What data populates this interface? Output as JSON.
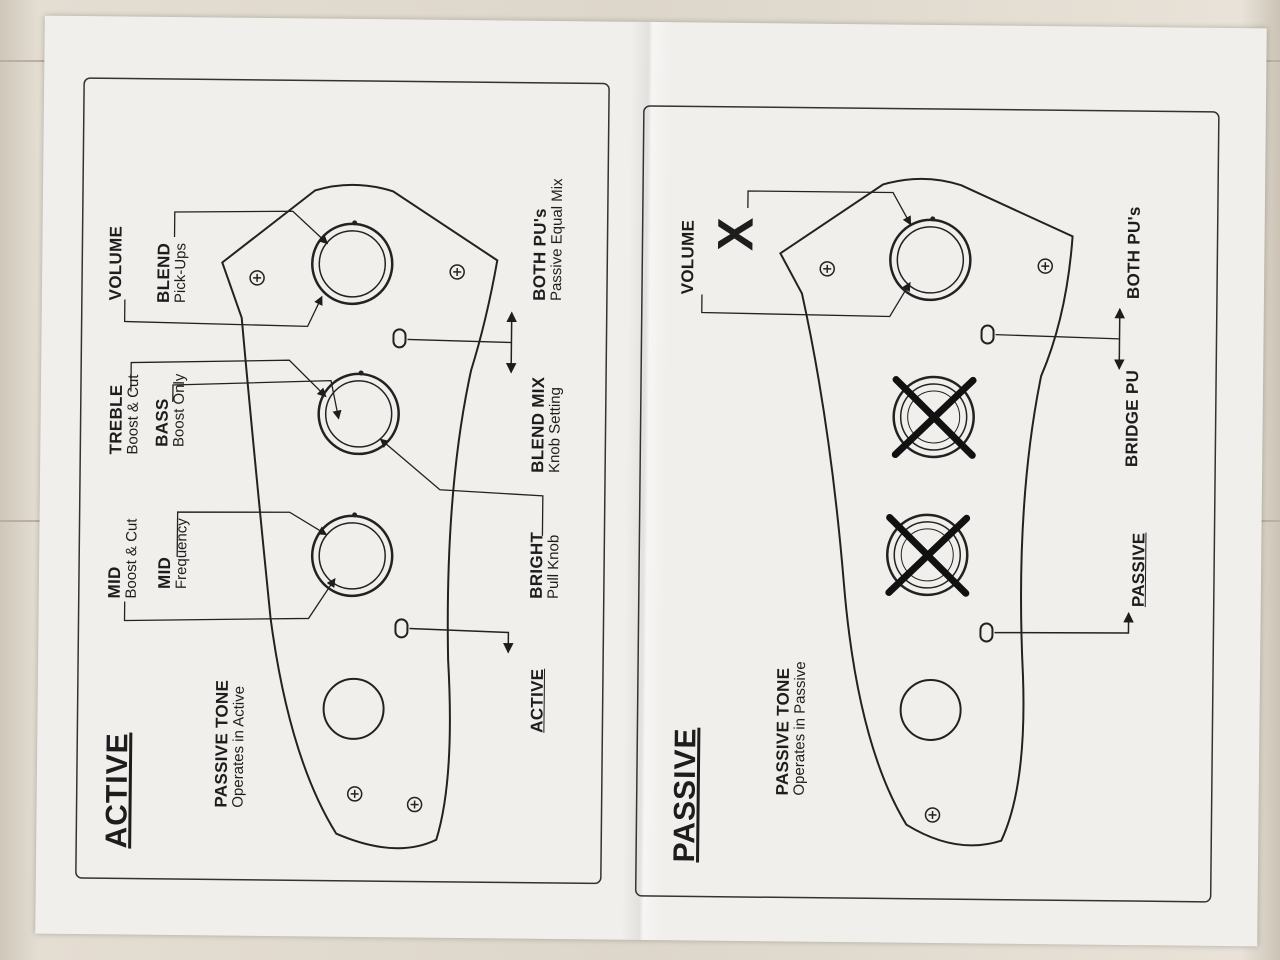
{
  "active": {
    "title": "ACTIVE",
    "passive_tone": {
      "label": "PASSIVE TONE",
      "sub": "Operates in Active"
    },
    "volume": {
      "label": "VOLUME"
    },
    "blend": {
      "label": "BLEND",
      "sub": "Pick-Ups"
    },
    "treble": {
      "label": "TREBLE",
      "sub": "Boost & Cut"
    },
    "bass": {
      "label": "BASS",
      "sub": "Boost Only"
    },
    "mid": {
      "label": "MID",
      "sub": "Boost & Cut"
    },
    "mid_freq": {
      "label": "MID",
      "sub": "Frequency"
    },
    "both_pus": {
      "label": "BOTH PU's",
      "sub": "Passive Equal Mix"
    },
    "blend_mix": {
      "label": "BLEND MIX",
      "sub": "Knob Setting"
    },
    "bright": {
      "label": "BRIGHT",
      "sub": "Pull Knob"
    },
    "active_switch": {
      "label": "ACTIVE"
    }
  },
  "passive": {
    "title": "PASSIVE",
    "passive_tone": {
      "label": "PASSIVE TONE",
      "sub": "Operates in Passive"
    },
    "volume": {
      "label": "VOLUME"
    },
    "x_mark": "X",
    "both_pus": {
      "label": "BOTH PU's"
    },
    "bridge_pu": {
      "label": "BRIDGE PU"
    },
    "passive_switch": {
      "label": "PASSIVE"
    }
  },
  "colors": {
    "paper": "#f1efec",
    "ink": "#1d1d1d",
    "wood": "#ddd6ca"
  }
}
